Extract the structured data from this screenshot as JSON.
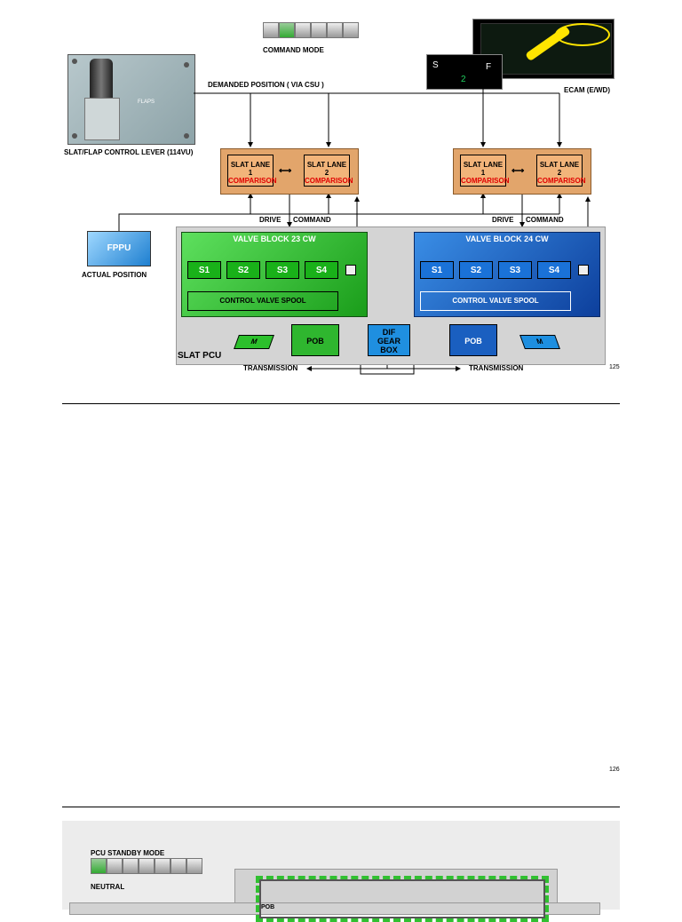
{
  "page1": {
    "command_mode": {
      "label": "COMMAND MODE",
      "segments": 6,
      "active_segment": 2
    },
    "lever_label": "SLAT/FLAP CONTROL LEVER (114VU)",
    "lever_panel_text": "FLAPS",
    "demanded_position": "DEMANDED POSITION ( VIA CSU )",
    "ecam_label": "ECAM (E/WD)",
    "ecam_letters": {
      "s": "S",
      "f": "F",
      "value": "2"
    },
    "lanes": [
      {
        "title": "SLAT LANE",
        "num": "1",
        "sub": "COMPARISON"
      },
      {
        "title": "SLAT LANE",
        "num": "2",
        "sub": "COMPARISON"
      },
      {
        "title": "SLAT LANE",
        "num": "1",
        "sub": "COMPARISON"
      },
      {
        "title": "SLAT LANE",
        "num": "2",
        "sub": "COMPARISON"
      }
    ],
    "drive_left": "DRIVE",
    "command_left": "COMMAND",
    "drive_right": "DRIVE",
    "command_right": "COMMAND",
    "fppu": "FPPU",
    "actual_position": "ACTUAL POSITION",
    "vb_left": {
      "title": "VALVE BLOCK 23 CW",
      "solenoids": [
        "S1",
        "S2",
        "S3",
        "S4"
      ],
      "spool": "CONTROL VALVE SPOOL",
      "color": "#22aa22"
    },
    "vb_right": {
      "title": "VALVE BLOCK 24 CW",
      "solenoids": [
        "S1",
        "S2",
        "S3",
        "S4"
      ],
      "spool": "CONTROL VALVE SPOOL",
      "color": "#1a5fc0"
    },
    "motor": "M",
    "pob": "POB",
    "dif_gear_box": [
      "DIF",
      "GEAR",
      "BOX"
    ],
    "slat_pcu": "SLAT PCU",
    "transmission_left": "TRANSMISSION",
    "transmission_right": "TRANSMISSION",
    "page_number": "125"
  },
  "page2": {
    "page_number": "126"
  },
  "page3": {
    "mode_label": "PCU STANDBY MODE",
    "segments": 7,
    "active_segment": 1,
    "state": "NEUTRAL",
    "pob": "POB"
  }
}
